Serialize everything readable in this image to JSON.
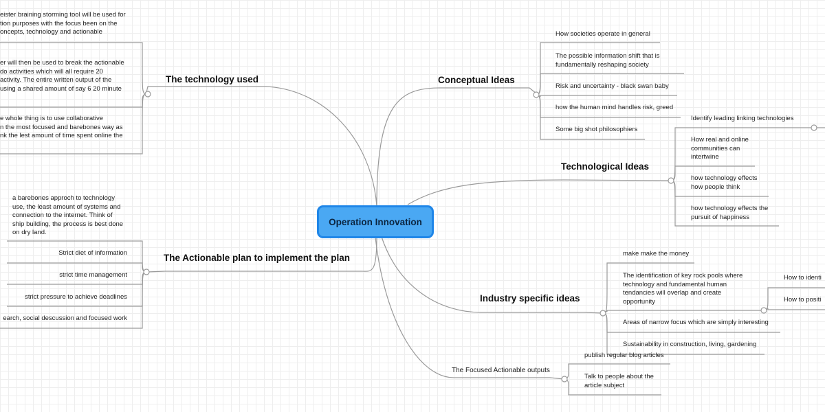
{
  "central": "Operation Innovation",
  "branches": {
    "technology_used": {
      "label": "The technology used",
      "items": [
        "eister braining storming tool will be used for\ntion purposes with the focus been on the\noncepts, technology and actionable",
        "er will then be used to break the actionable\ndo activities which will all require 20\nactivity. The entire written output of the\nusing a shared amount of say 6 20 minute",
        "e whole thing is to use collaborative\nn the most focused and barebones way as\nnk the lest amount of time spent online the"
      ]
    },
    "actionable_plan": {
      "label": "The Actionable plan to implement the plan",
      "items": [
        "a barebones approch to technology\nuse, the least amount of systems and\nconnection to the internet. Think of\nship building, the process is best done\non dry land.",
        "Strict diet of information",
        "strict time management",
        "strict pressure to achieve deadlines",
        "earch, social descussion and focused work"
      ]
    },
    "conceptual": {
      "label": "Conceptual Ideas",
      "items": [
        "How societies operate in general",
        "The possible information shift that is\nfundamentally reshaping society",
        "Risk and uncertainty - black swan baby",
        "how the human mind handles risk, greed",
        "Some big shot philosophiers"
      ]
    },
    "technological": {
      "label": "Technological Ideas",
      "items": [
        "Identify leading linking technologies",
        "How real and online\ncommunities can\nintertwine",
        "how technology effects\nhow people think",
        "how technology effects the\npursuit of happiness"
      ]
    },
    "industry": {
      "label": "Industry specific ideas",
      "items": [
        "make make the money",
        "The identification of key rock pools where\ntechnology and fundamental human\ntendancies will overlap and create\nopportunity",
        "Areas of narrow focus which are simply interesting",
        "Sustainability in construction, living, gardening"
      ],
      "sub_items": [
        "How to identi",
        "How to positi"
      ]
    },
    "focused_outputs": {
      "label": "The Focused Actionable outputs",
      "items": [
        "publish regular blog articles",
        "Talk to people about the\narticle subject"
      ]
    }
  },
  "colors": {
    "central_fill": "#4aa8f3",
    "central_border": "#1f86e8",
    "line": "#9a9a9a",
    "grid": "#eeeeee"
  }
}
